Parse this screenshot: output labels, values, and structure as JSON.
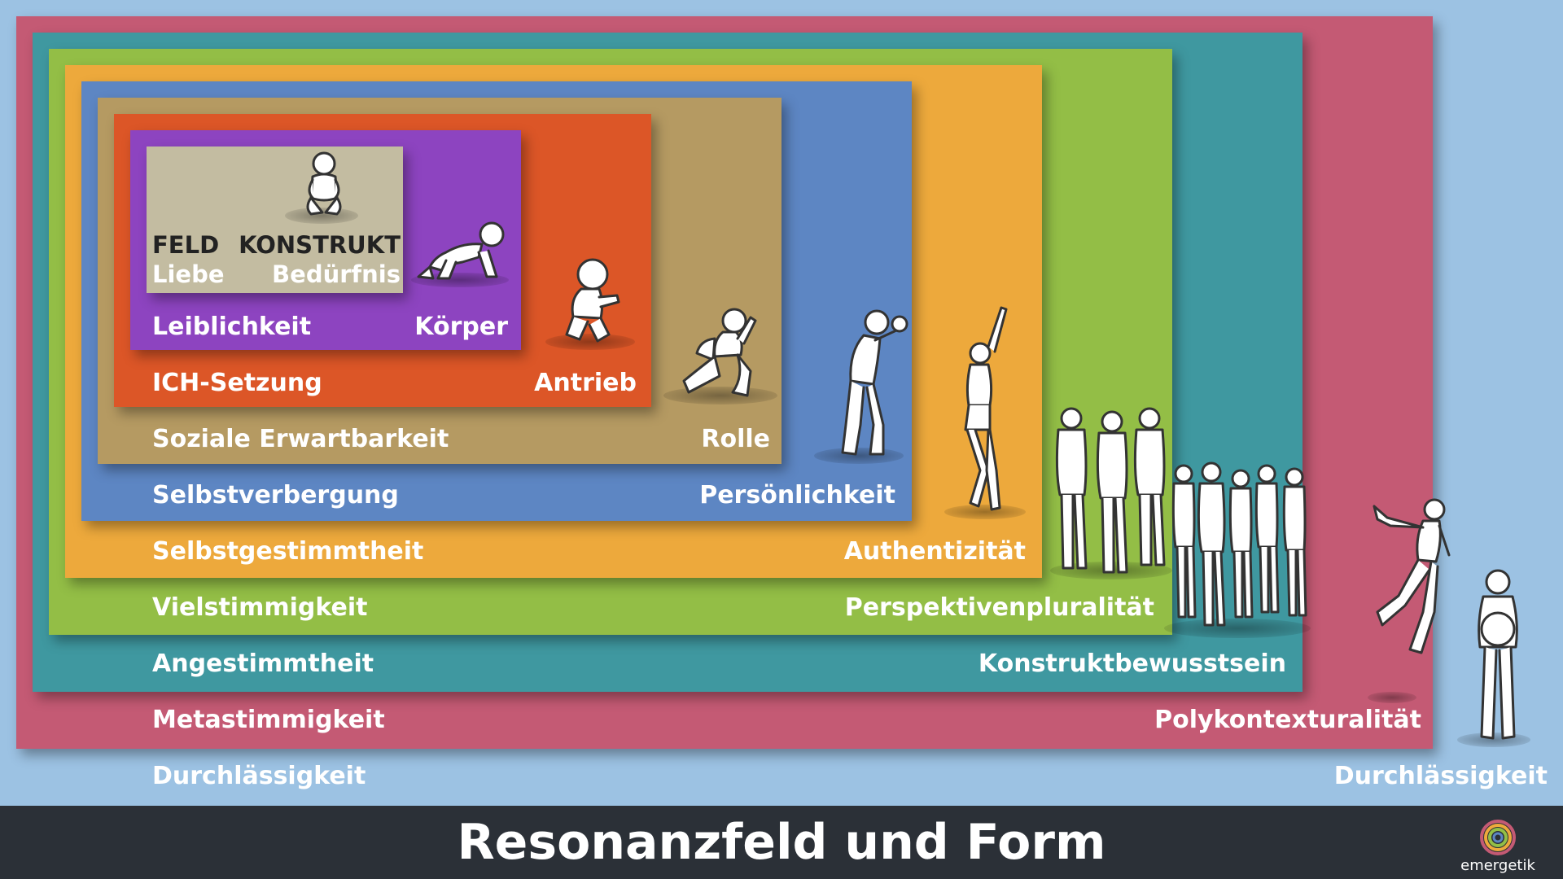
{
  "title": "Resonanzfeld und Form",
  "brand": "emergetik",
  "levels": [
    {
      "field": "Durchlässigkeit",
      "construct": "Durchlässigkeit"
    },
    {
      "field": "Metastimmigkeit",
      "construct": "Polykontexturalität"
    },
    {
      "field": "Angestimmtheit",
      "construct": "Konstruktbewusstsein"
    },
    {
      "field": "Vielstimmigkeit",
      "construct": "Perspektivenpluralität"
    },
    {
      "field": "Selbstgestimmtheit",
      "construct": "Authentizität"
    },
    {
      "field": "Selbstverbergung",
      "construct": "Persönlichkeit"
    },
    {
      "field": "Soziale Erwartbarkeit",
      "construct": "Rolle"
    },
    {
      "field": "ICH-Setzung",
      "construct": "Antrieb"
    },
    {
      "field": "Leiblichkeit",
      "construct": "Körper"
    }
  ],
  "core": {
    "feld_heading": "FELD",
    "konstrukt_heading": "KONSTRUKT",
    "feld": "Liebe",
    "konstrukt": "Bedürfnis"
  },
  "colors": {
    "background": "#9cc2e3",
    "metastimmigkeit": "#c45a74",
    "angestimmtheit": "#3f98a0",
    "vielstimmigkeit": "#93be46",
    "selbstgestimmtheit": "#eda93c",
    "selbstverbergung": "#5d86c3",
    "soziale_erwartbarkeit": "#b59a62",
    "ich_setzung": "#dc5627",
    "leiblichkeit": "#8d44c0",
    "core": "#c3bca1",
    "footer": "#2b3037"
  }
}
